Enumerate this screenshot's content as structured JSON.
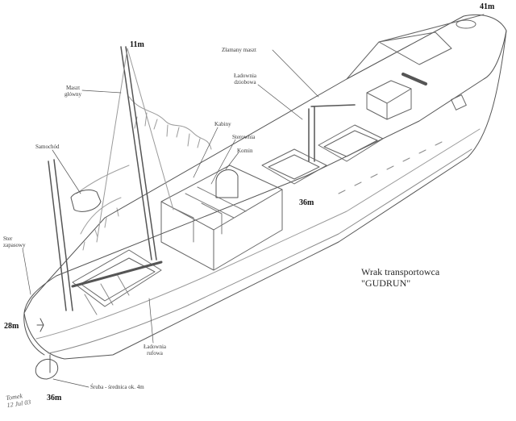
{
  "title": {
    "line1": "Wrak transportowca",
    "line2": "\"GUDRUN\""
  },
  "depths": {
    "bow_top": "41m",
    "mast_top": "11m",
    "mid_deck": "36m",
    "stern_side": "28m",
    "stern_bottom": "36m"
  },
  "labels": {
    "broken_mast": "Złamany maszt",
    "bow_hold_1": "Ładownia",
    "bow_hold_2": "dziobowa",
    "main_mast_1": "Maszt",
    "main_mast_2": "główny",
    "cabins": "Kabiny",
    "wheelhouse": "Sterownia",
    "funnel": "Komin",
    "car": "Samochód",
    "spare_rudder_1": "Ster",
    "spare_rudder_2": "zapasowy",
    "stern_hold_1": "Ładownia",
    "stern_hold_2": "rufowa",
    "propeller": "Śruba - średnica ok. 4m"
  },
  "signature": {
    "line1": "Tomek",
    "line2": "12 Jul 03"
  }
}
